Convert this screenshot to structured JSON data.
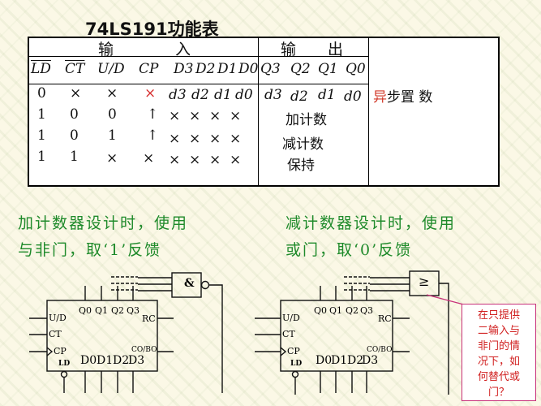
{
  "title": "74LS191功能表",
  "table": {
    "input_header": [
      "输",
      "入"
    ],
    "output_header": [
      "输",
      "出"
    ],
    "inputs": [
      "LD",
      "CT",
      "U/D",
      "CP",
      "D3",
      "D2",
      "D1",
      "D0"
    ],
    "outputs": [
      "Q3",
      "Q2",
      "Q1",
      "Q0"
    ],
    "rows": [
      {
        "ld": "0",
        "ct": "×",
        "ud": "×",
        "cp": "×",
        "d": [
          "d3",
          "d2",
          "d1",
          "d0"
        ],
        "q": [
          "d3",
          "d2",
          "d1",
          "d0"
        ],
        "mode": "异步置 数",
        "mode_hl": "异"
      },
      {
        "ld": "1",
        "ct": "0",
        "ud": "0",
        "cp": "↑",
        "d": [
          "×",
          "×",
          "×",
          "×"
        ],
        "mode": "加计数"
      },
      {
        "ld": "1",
        "ct": "0",
        "ud": "1",
        "cp": "↑",
        "d": [
          "×",
          "×",
          "×",
          "×"
        ],
        "mode": "减计数"
      },
      {
        "ld": "1",
        "ct": "1",
        "ud": "×",
        "cp": "×",
        "d": [
          "×",
          "×",
          "×",
          "×"
        ],
        "mode": "保持"
      }
    ]
  },
  "notes": {
    "left_line1": "加计数器设计时，使用",
    "left_line2": "与非门，取‘1’反馈",
    "right_line1": "减计数器设计时，使用",
    "right_line2": "或门，取‘0’反馈"
  },
  "circuit_left": {
    "gate": "&",
    "q_pins": [
      "Q0",
      "Q1",
      "Q2",
      "Q3"
    ],
    "ud": "U/D",
    "ct": "CT",
    "cp": "CP",
    "ld": "LD",
    "rc": "RC",
    "cobo": "CO/BO",
    "d_pins": [
      "D0",
      "D1",
      "D2",
      "D3"
    ]
  },
  "circuit_right": {
    "gate": "≥",
    "q_pins": [
      "Q0",
      "Q1",
      "Q2",
      "Q3"
    ],
    "ud": "U/D",
    "ct": "CT",
    "cp": "CP",
    "ld": "LD",
    "rc": "RC",
    "cobo": "CO/BO",
    "d_pins": [
      "D0",
      "D1",
      "D2",
      "D3"
    ]
  },
  "callout": [
    "在只提供",
    "二输入与",
    "非门的情",
    "况下，如",
    "何替代或",
    "门？"
  ],
  "colors": {
    "note_green": "#1e8a2a",
    "callout_red": "#d12020",
    "callout_border": "#c8327a"
  }
}
